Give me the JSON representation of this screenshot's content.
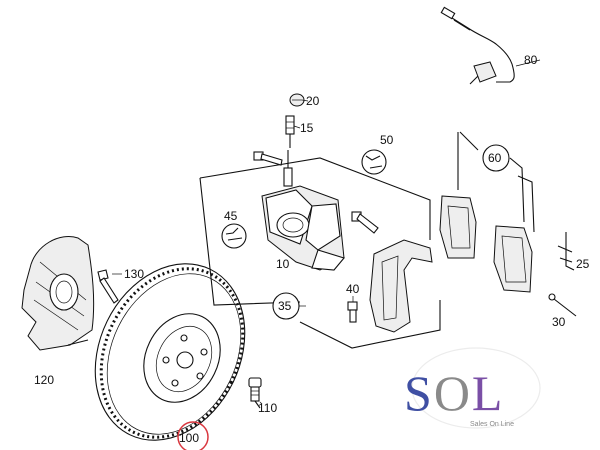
{
  "callouts": {
    "p10": "10",
    "p15": "15",
    "p20": "20",
    "p25": "25",
    "p30": "30",
    "p35": "35",
    "p40": "40",
    "p45": "45",
    "p50": "50",
    "p60": "60",
    "p80": "80",
    "p100": "100",
    "p110": "110",
    "p120": "120",
    "p130": "130"
  },
  "logo": {
    "text": "SOL",
    "subtitle": "Sales On Line"
  },
  "colors": {
    "highlight_circle": "#d9363e",
    "logo_s": "#3f4fa3",
    "logo_l": "#7a4fa6",
    "logo_o": "#8a8a8a",
    "lines": "#111111"
  }
}
